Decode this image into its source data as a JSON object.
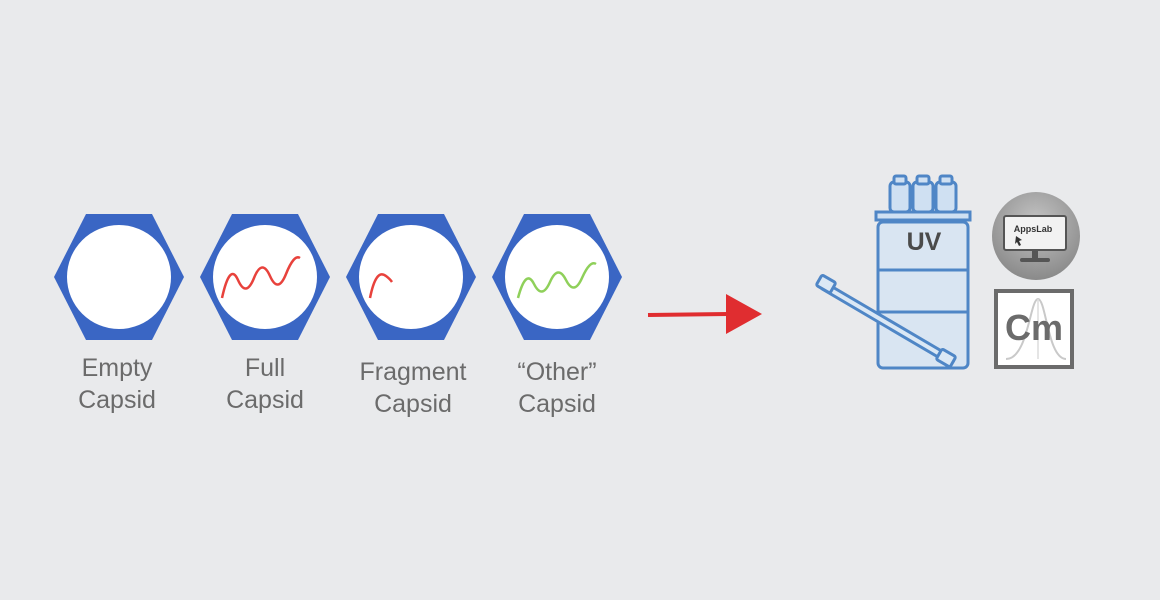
{
  "capsids": [
    {
      "line1": "Empty",
      "line2": "Capsid",
      "signal": "none",
      "signal_color": ""
    },
    {
      "line1": "Full",
      "line2": "Capsid",
      "signal": "full-wave",
      "signal_color": "#e8423c"
    },
    {
      "line1": "Fragment",
      "line2": "Capsid",
      "signal": "partial-wave",
      "signal_color": "#e8423c"
    },
    {
      "line1": "“Other”",
      "line2": "Capsid",
      "signal": "full-wave",
      "signal_color": "#8fd05a"
    }
  ],
  "instrument": {
    "detector_label": "UV",
    "software_label": "AppsLab",
    "chromatography_label": "Cm"
  },
  "colors": {
    "capsid_shell": "#3a66c4",
    "capsid_core": "#ffffff",
    "arrow": "#e02d30",
    "instrument_outline": "#4f86c6",
    "background": "#e9eaec",
    "label_text": "#6b6b6b"
  }
}
